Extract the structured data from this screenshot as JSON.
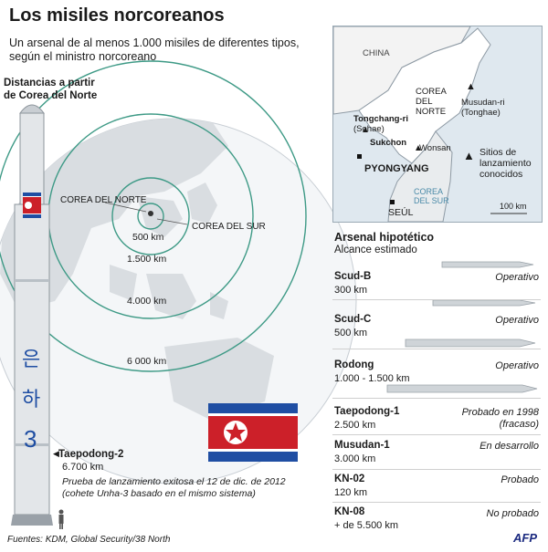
{
  "header": {
    "title": "Los misiles norcoreanos",
    "subtitle_line1": "Un arsenal de al menos 1.000 misiles de diferentes tipos,",
    "subtitle_line2": "según el ministro norcoreano"
  },
  "globe": {
    "distances_line1": "Distancias a partir",
    "distances_line2": "de Corea del Norte",
    "label_north": "COREA DEL NORTE",
    "label_south": "COREA DEL SUR",
    "ranges": [
      "500 km",
      "1.500 km",
      "4.000 km",
      "6 000 km"
    ]
  },
  "inset_map": {
    "china": "CHINA",
    "north_line1": "COREA",
    "north_line2": "DEL",
    "north_line3": "NORTE",
    "south_line1": "COREA",
    "south_line2": "DEL SUR",
    "musudan": "Musudan-ri",
    "musudan_sub": "(Tonghae)",
    "tongchang": "Tongchang-ri",
    "tongchang_sub": "(Sohae)",
    "sukchon": "Sukchon",
    "wonsan": "Wonsan",
    "pyongyang": "PYONGYANG",
    "seoul": "SEÚL",
    "legend_line1": "Sitios de",
    "legend_line2": "lanzamiento",
    "legend_line3": "conocidos",
    "scale": "100 km"
  },
  "arsenal": {
    "title": "Arsenal hipotético",
    "subtitle": "Alcance estimado",
    "missiles": [
      {
        "name": "Scud-B",
        "range": "300 km",
        "status": "Operativo"
      },
      {
        "name": "Scud-C",
        "range": "500 km",
        "status": "Operativo"
      },
      {
        "name": "Rodong",
        "range": "1.000 - 1.500 km",
        "status": "Operativo"
      },
      {
        "name": "Taepodong-1",
        "range": "2.500 km",
        "status": "Probado en 1998",
        "status2": "(fracaso)"
      },
      {
        "name": "Musudan-1",
        "range": "3.000 km",
        "status": "En desarrollo"
      },
      {
        "name": "KN-02",
        "range": "120 km",
        "status": "Probado"
      },
      {
        "name": "KN-08",
        "range": "+ de 5.500 km",
        "status": "No probado"
      }
    ]
  },
  "rocket": {
    "glyph1": "은",
    "glyph2": "하",
    "glyph3": "3",
    "name": "Taepodong-2",
    "range": "6.700 km",
    "note_line1": "Prueba de lanzamiento exitosa el 12 de dic. de 2012",
    "note_line2": "(cohete Unha-3 basado en el mismo sistema)"
  },
  "footer": {
    "sources": "Fuentes: KDM, Global Security/38 North",
    "agency": "AFP"
  },
  "colors": {
    "flag_blue": "#1f4ea3",
    "flag_red": "#cc2029",
    "ocean": "#ffffff",
    "land": "#d9dde1",
    "range_ring": "#3e9a86"
  }
}
